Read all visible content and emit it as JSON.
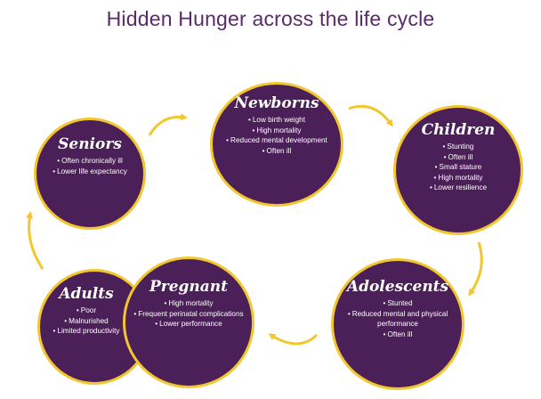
{
  "title": "Hidden Hunger across the life cycle",
  "colors": {
    "circle_fill": "#4b1f57",
    "circle_border": "#f2c62e",
    "arrow": "#f2c62e",
    "title": "#5a2a6a"
  },
  "stages": {
    "newborns": {
      "title": "Newborns",
      "items": [
        "Low birth weight",
        "High mortality",
        "Reduced mental development",
        "Often ill"
      ]
    },
    "children": {
      "title": "Children",
      "items": [
        "Stunting",
        "Often ill",
        "Small stature",
        "High mortality",
        "Lower resilience"
      ]
    },
    "adolescents": {
      "title": "Adolescents",
      "items": [
        "Stunted",
        "Reduced mental and physical",
        "performance",
        "Often ill"
      ]
    },
    "pregnant": {
      "title": "Pregnant",
      "items": [
        "High mortality",
        "Frequent perinatal complications",
        "Lower performance"
      ]
    },
    "adults": {
      "title": "Adults",
      "items": [
        "Poor",
        "Malnurished",
        "Limited productivity"
      ]
    },
    "seniors": {
      "title": "Seniors",
      "items": [
        "Often chronically ill",
        "Lower life expectancy"
      ]
    }
  },
  "bullet": "•"
}
